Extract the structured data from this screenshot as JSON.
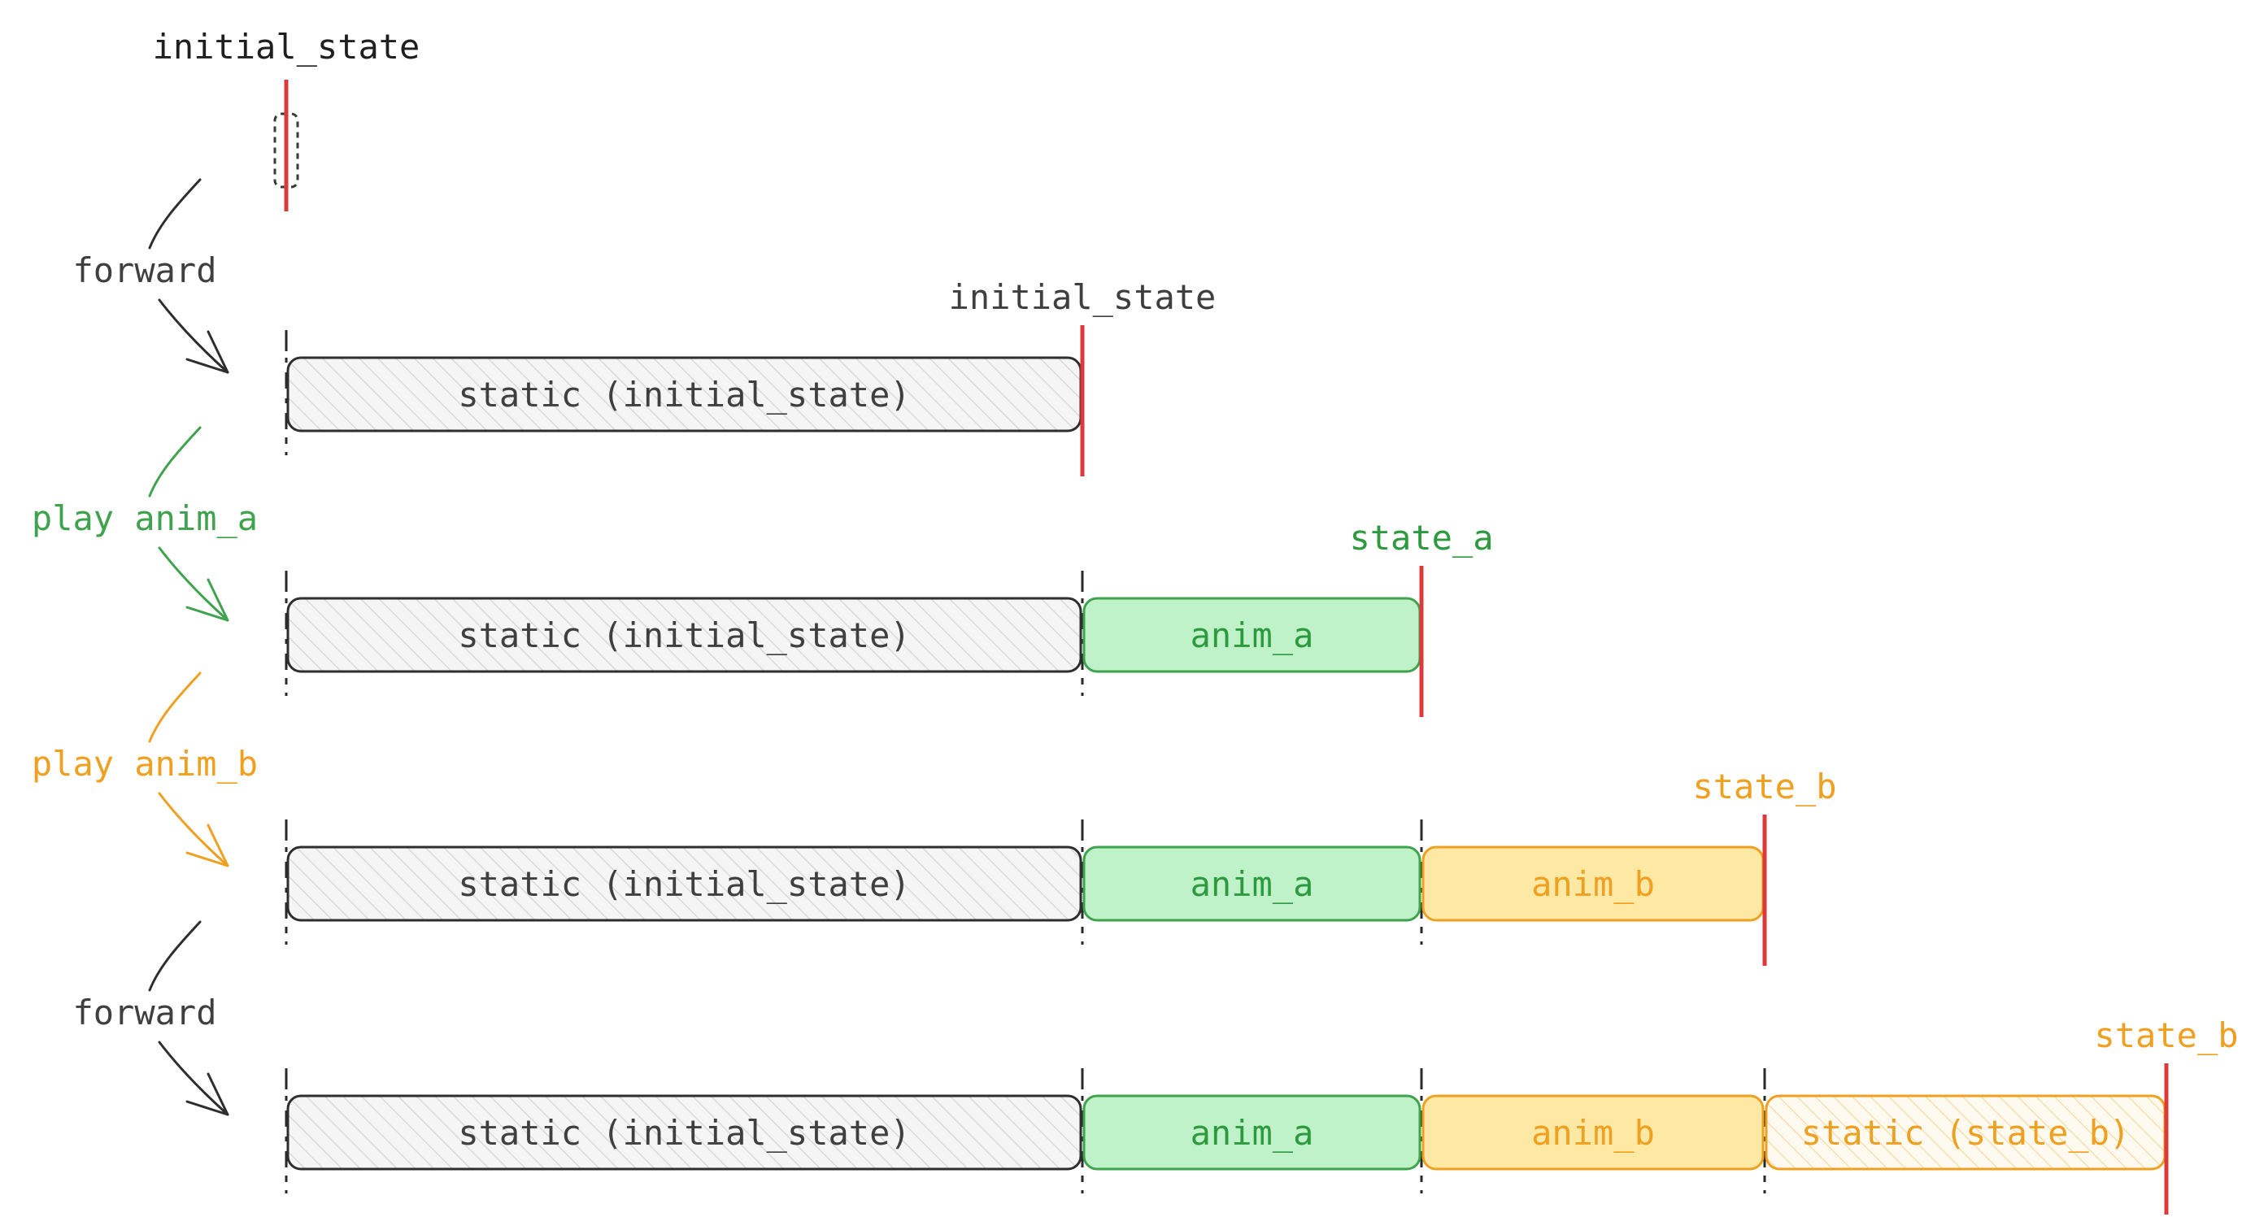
{
  "colors": {
    "neutral": "#2e2e2e",
    "neutral_text": "#3f3f3f",
    "marker": "#dc3a3a",
    "green": "#3fa34d",
    "green_fill": "#bff2c8",
    "green_text": "#2e9a3f",
    "orange": "#f0a020",
    "orange_fill": "#fde8a4",
    "orange_text": "#f0a020",
    "hatch_fill": "#f4f4f4",
    "hatch_line": "#dcdcdc"
  },
  "initial": {
    "marker_label": "initial_state"
  },
  "steps": [
    {
      "label": "forward",
      "color": "neutral"
    },
    {
      "label": "play anim_a",
      "color": "green"
    },
    {
      "label": "play anim_b",
      "color": "orange"
    },
    {
      "label": "forward",
      "color": "neutral"
    }
  ],
  "rows": [
    {
      "marker_label": "initial_state",
      "marker_color": "neutral_text",
      "segments": [
        {
          "label": "static (initial_state)",
          "style": "hatch"
        }
      ]
    },
    {
      "marker_label": "state_a",
      "marker_color": "green_text",
      "segments": [
        {
          "label": "static (initial_state)",
          "style": "hatch"
        },
        {
          "label": "anim_a",
          "style": "green"
        }
      ]
    },
    {
      "marker_label": "state_b",
      "marker_color": "orange_text",
      "segments": [
        {
          "label": "static (initial_state)",
          "style": "hatch"
        },
        {
          "label": "anim_a",
          "style": "green"
        },
        {
          "label": "anim_b",
          "style": "orange"
        }
      ]
    },
    {
      "marker_label": "state_b",
      "marker_color": "orange_text",
      "segments": [
        {
          "label": "static (initial_state)",
          "style": "hatch"
        },
        {
          "label": "anim_a",
          "style": "green"
        },
        {
          "label": "anim_b",
          "style": "orange"
        },
        {
          "label": "static (state_b)",
          "style": "orange-hatch"
        }
      ]
    }
  ]
}
